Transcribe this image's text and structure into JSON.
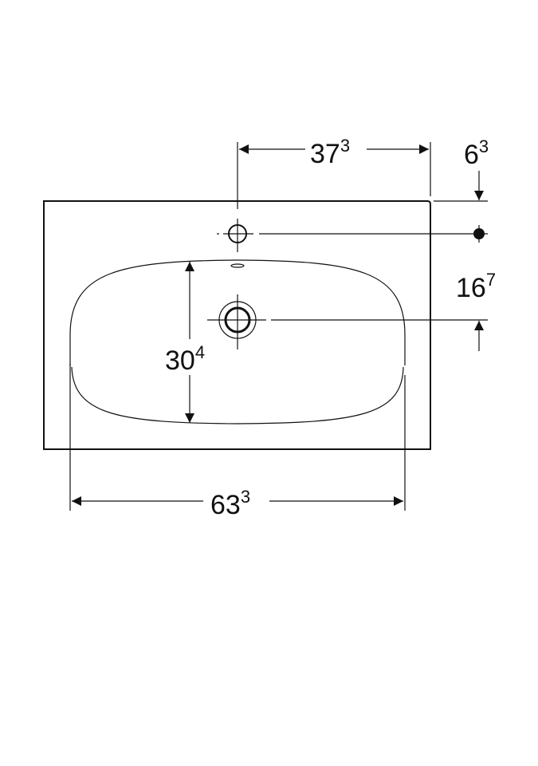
{
  "drawing": {
    "dimensions": {
      "tap_to_edge": {
        "main": "37",
        "sup": "3"
      },
      "edge_to_tap_depth": {
        "main": "6",
        "sup": "3"
      },
      "tap_to_drain_depth": {
        "main": "16",
        "sup": "7"
      },
      "bowl_depth": {
        "main": "30",
        "sup": "4"
      },
      "bowl_width": {
        "main": "63",
        "sup": "3"
      }
    },
    "colors": {
      "line": "#111111",
      "background": "#ffffff"
    }
  }
}
